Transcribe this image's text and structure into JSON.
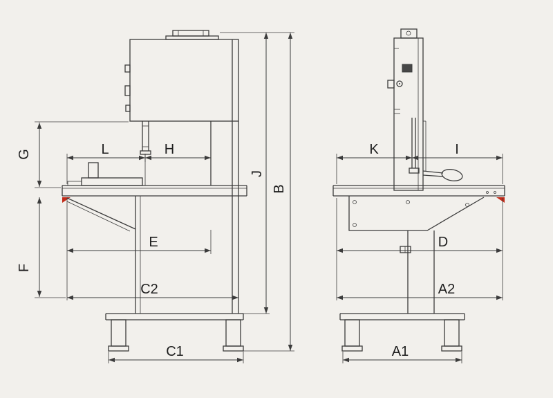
{
  "colors": {
    "bg": "#f2f0ec",
    "line": "#3b3b3b",
    "accent": "#c22a18",
    "text": "#1d1d1d"
  },
  "front_view": {
    "labels": {
      "G": "G",
      "L": "L",
      "H": "H",
      "J": "J",
      "B": "B",
      "F": "F",
      "E": "E",
      "C2": "C2",
      "C1": "C1"
    }
  },
  "side_view": {
    "labels": {
      "K": "K",
      "I": "I",
      "D": "D",
      "A2": "A2",
      "A1": "A1"
    }
  }
}
